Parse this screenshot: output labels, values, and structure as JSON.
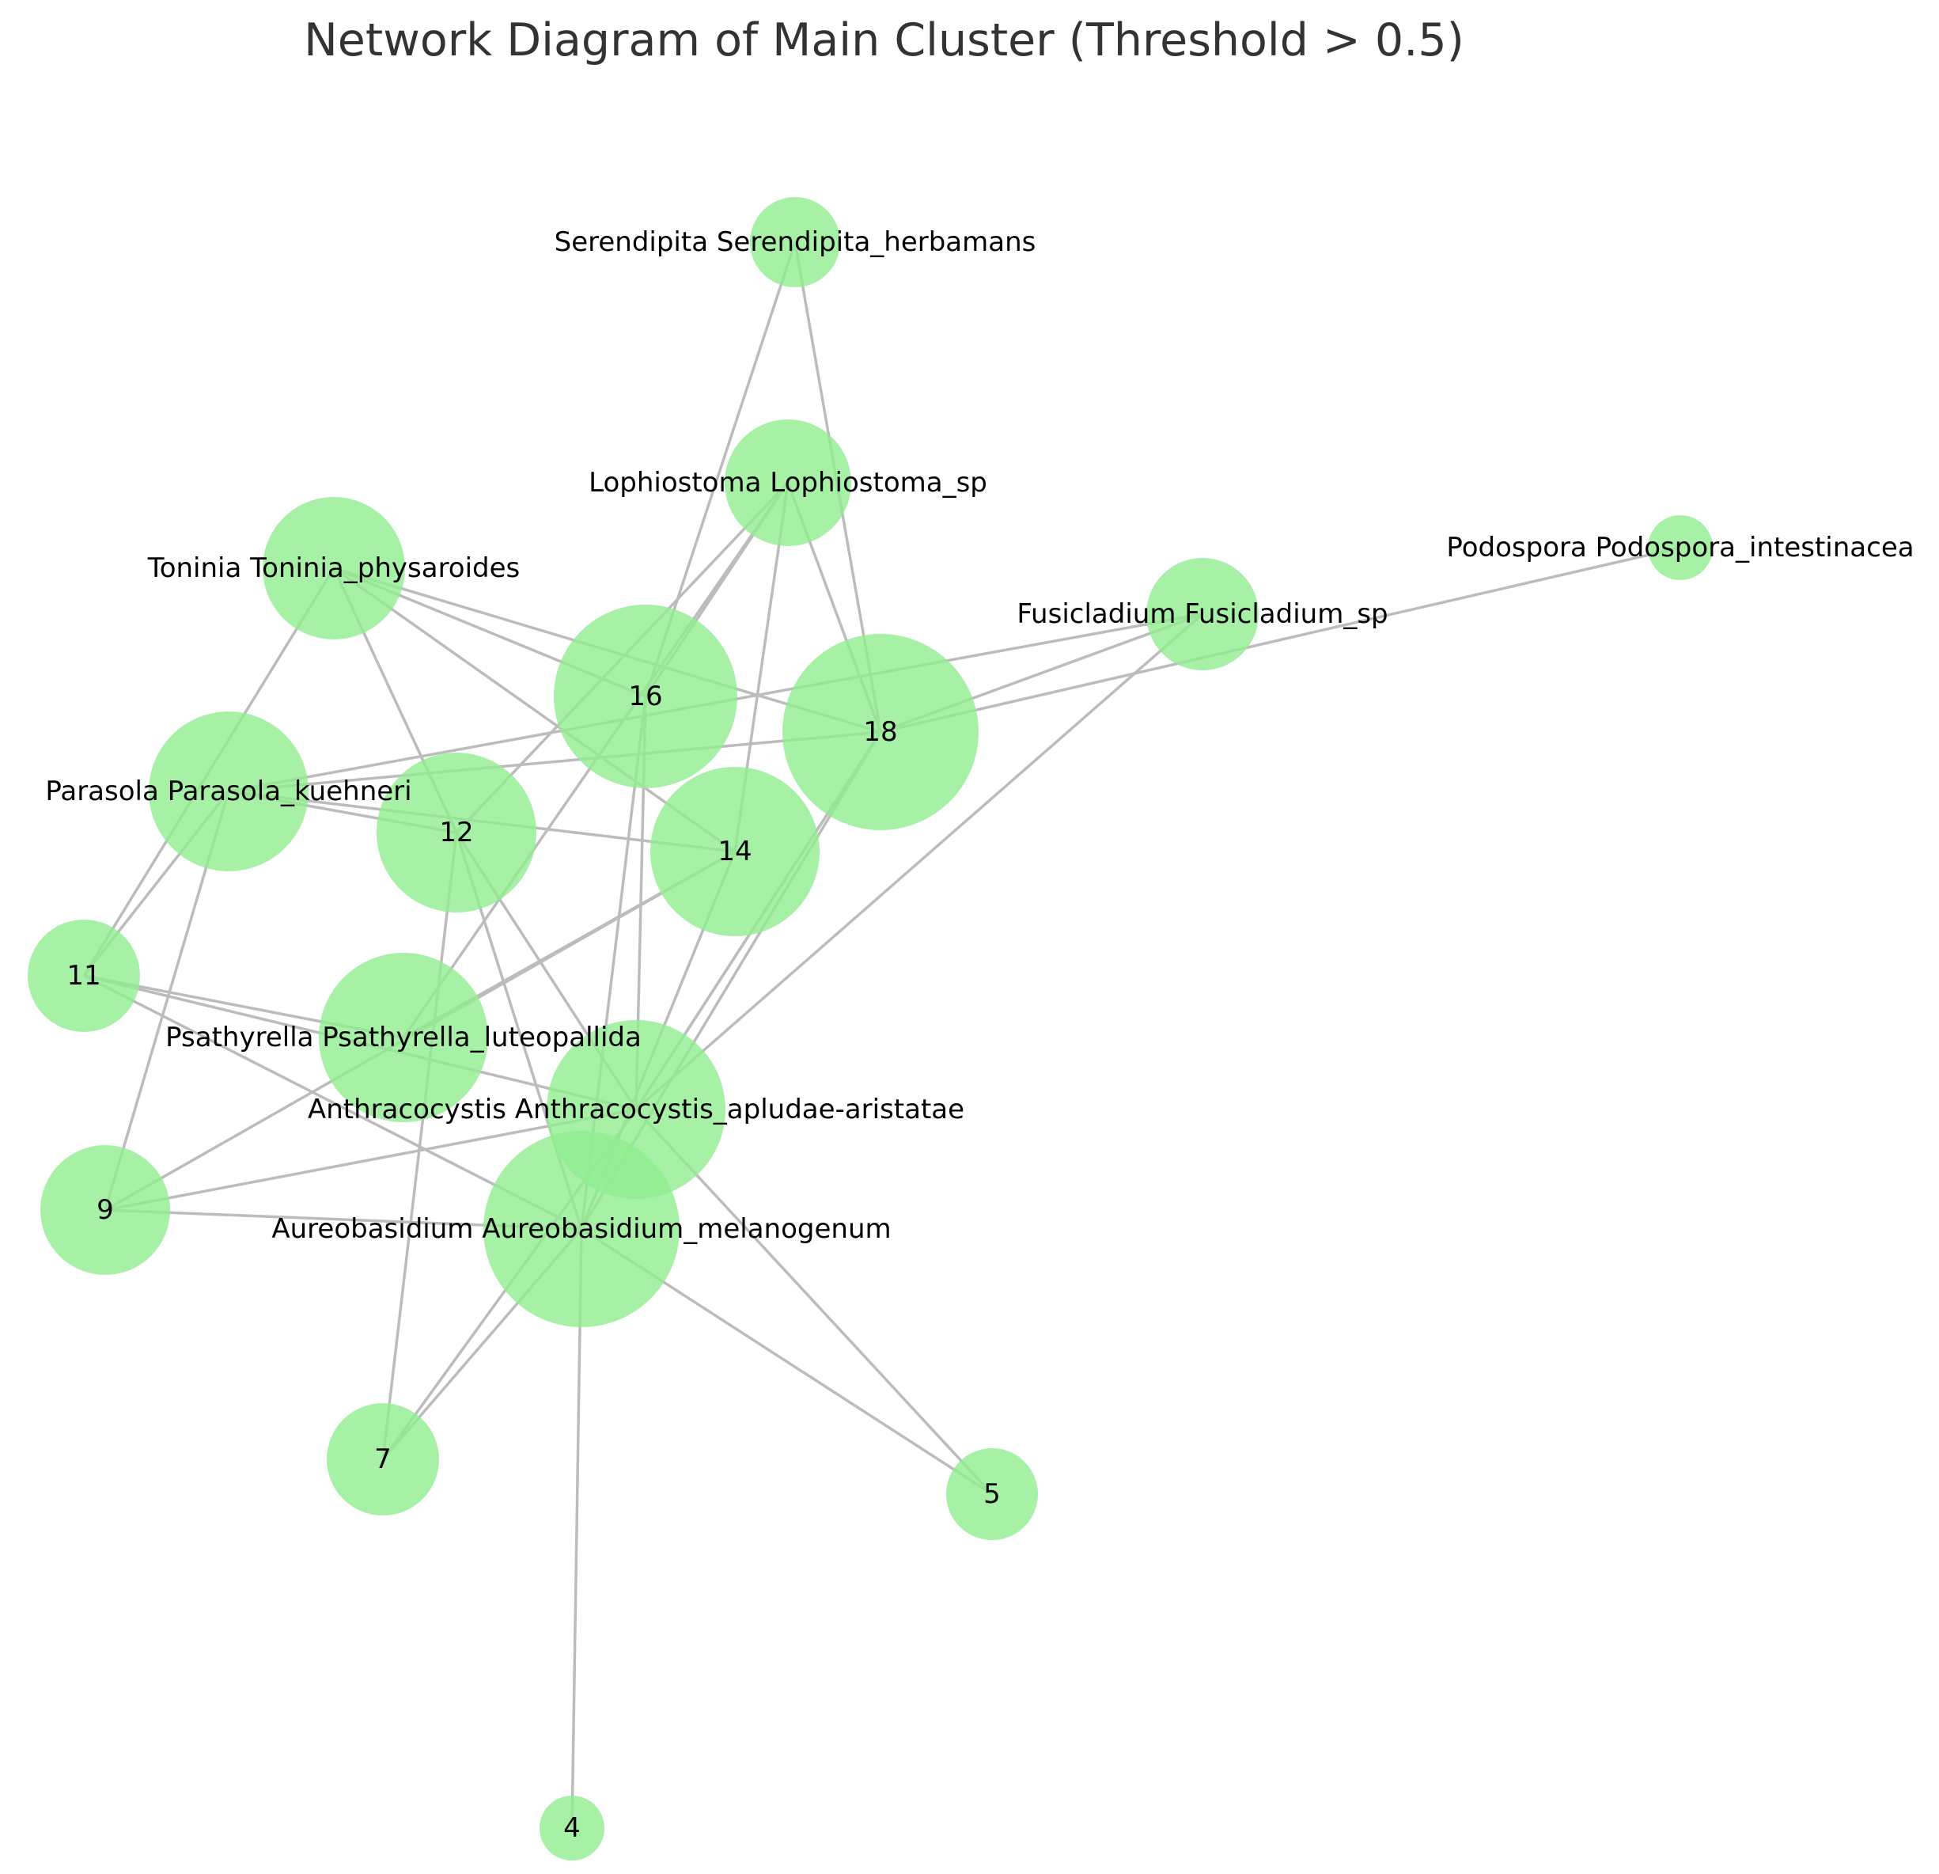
{
  "title": "Network Diagram of Main Cluster (Threshold > 0.5)",
  "colors": {
    "node_fill": "#90ee90",
    "edge": "#bcbcbc",
    "label": "#000000",
    "title": "#333333",
    "background": "#ffffff"
  },
  "nodes": [
    {
      "id": "serendipita",
      "label": "Serendipita Serendipita_herbamans"
    },
    {
      "id": "lophiostoma",
      "label": "Lophiostoma Lophiostoma_sp"
    },
    {
      "id": "toninia",
      "label": "Toninia Toninia_physaroides"
    },
    {
      "id": "podospora",
      "label": "Podospora Podospora_intestinacea"
    },
    {
      "id": "fusicladium",
      "label": "Fusicladium Fusicladium_sp"
    },
    {
      "id": "n16",
      "label": "16"
    },
    {
      "id": "n18",
      "label": "18"
    },
    {
      "id": "parasola",
      "label": "Parasola Parasola_kuehneri"
    },
    {
      "id": "n12",
      "label": "12"
    },
    {
      "id": "n14",
      "label": "14"
    },
    {
      "id": "n11",
      "label": "11"
    },
    {
      "id": "psathyrella",
      "label": "Psathyrella Psathyrella_luteopallida"
    },
    {
      "id": "anthracocystis",
      "label": "Anthracocystis Anthracocystis_apludae-aristatae"
    },
    {
      "id": "n9",
      "label": "9"
    },
    {
      "id": "aureobasidium",
      "label": "Aureobasidium Aureobasidium_melanogenum"
    },
    {
      "id": "n7",
      "label": "7"
    },
    {
      "id": "n5",
      "label": "5"
    },
    {
      "id": "n4",
      "label": "4"
    }
  ],
  "edges": [
    [
      "serendipita",
      "n16"
    ],
    [
      "serendipita",
      "n18"
    ],
    [
      "lophiostoma",
      "n16"
    ],
    [
      "lophiostoma",
      "n18"
    ],
    [
      "lophiostoma",
      "n14"
    ],
    [
      "lophiostoma",
      "n12"
    ],
    [
      "lophiostoma",
      "psathyrella"
    ],
    [
      "toninia",
      "n16"
    ],
    [
      "toninia",
      "n18"
    ],
    [
      "toninia",
      "n14"
    ],
    [
      "toninia",
      "n12"
    ],
    [
      "toninia",
      "n11"
    ],
    [
      "podospora",
      "n18"
    ],
    [
      "fusicladium",
      "parasola"
    ],
    [
      "fusicladium",
      "n18"
    ],
    [
      "fusicladium",
      "anthracocystis"
    ],
    [
      "n16",
      "anthracocystis"
    ],
    [
      "n16",
      "aureobasidium"
    ],
    [
      "n18",
      "parasola"
    ],
    [
      "n18",
      "anthracocystis"
    ],
    [
      "n18",
      "aureobasidium"
    ],
    [
      "parasola",
      "n12"
    ],
    [
      "parasola",
      "n14"
    ],
    [
      "parasola",
      "n11"
    ],
    [
      "parasola",
      "n9"
    ],
    [
      "n12",
      "anthracocystis"
    ],
    [
      "n12",
      "aureobasidium"
    ],
    [
      "n12",
      "n7"
    ],
    [
      "n14",
      "psathyrella"
    ],
    [
      "n14",
      "n9"
    ],
    [
      "n14",
      "aureobasidium"
    ],
    [
      "n11",
      "psathyrella"
    ],
    [
      "n11",
      "anthracocystis"
    ],
    [
      "n11",
      "aureobasidium"
    ],
    [
      "n9",
      "anthracocystis"
    ],
    [
      "n9",
      "aureobasidium"
    ],
    [
      "aureobasidium",
      "n7"
    ],
    [
      "aureobasidium",
      "n5"
    ],
    [
      "aureobasidium",
      "n4"
    ],
    [
      "anthracocystis",
      "n7"
    ],
    [
      "anthracocystis",
      "n5"
    ],
    [
      "anthracocystis",
      "n18"
    ]
  ]
}
